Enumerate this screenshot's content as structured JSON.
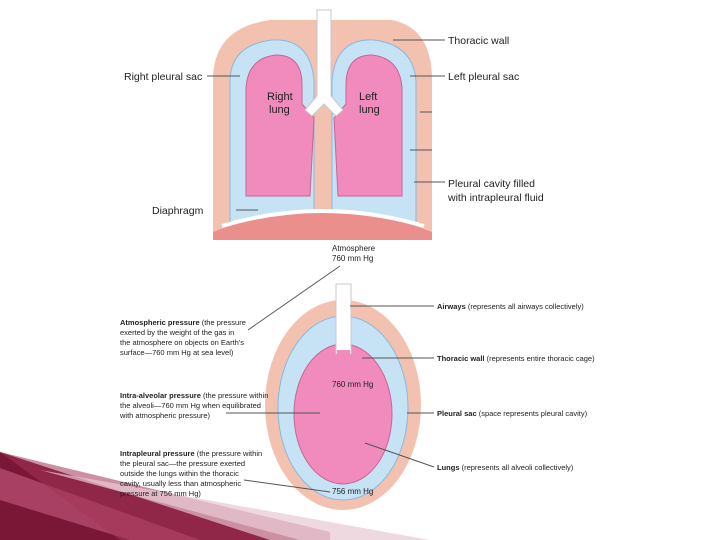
{
  "top_figure": {
    "right_pleural_sac": "Right pleural sac",
    "right_lung_line1": "Right",
    "right_lung_line2": "lung",
    "left_lung_line1": "Left",
    "left_lung_line2": "lung",
    "thoracic_wall": "Thoracic wall",
    "left_pleural_sac": "Left pleural sac",
    "pleural_cavity_line1": "Pleural cavity filled",
    "pleural_cavity_line2": "with intrapleural fluid",
    "diaphragm": "Diaphragm"
  },
  "bottom_figure": {
    "atmosphere_line1": "Atmosphere",
    "atmosphere_line2": "760 mm Hg",
    "alveolar_value": "760 mm Hg",
    "intrapleural_value": "756 mm Hg",
    "atmospheric_pressure": {
      "term": "Atmospheric pressure",
      "line1_rest": " (the pressure",
      "line2": "exerted by the weight of the gas in",
      "line3": "the atmosphere on objects on Earth's",
      "line4": "surface—760 mm Hg at sea level)"
    },
    "intra_alveolar_pressure": {
      "term": "Intra-alveolar pressure",
      "line1_rest": " (the pressure within",
      "line2": "the alveoli—760 mm Hg when equilibrated",
      "line3": "with atmospheric pressure)"
    },
    "intrapleural_pressure": {
      "term": "Intrapleural pressure",
      "line1_rest": " (the pressure within",
      "line2": "the pleural sac—the pressure exerted",
      "line3": "outside the lungs within the thoracic",
      "line4": "cavity, usually less than atmospheric",
      "line5": "pressure at 756 mm Hg)"
    },
    "airways": {
      "term": "Airways",
      "rest": " (represents all airways collectively)"
    },
    "thoracic_wall": {
      "term": "Thoracic wall",
      "rest": " (represents entire thoracic cage)"
    },
    "pleural_sac": {
      "term": "Pleural sac",
      "rest": " (space represents pleural cavity)"
    },
    "lungs": {
      "term": "Lungs",
      "rest": " (represents all alveoli collectively)"
    }
  },
  "colors": {
    "lung_pink": "#f18bbd",
    "pleural_blue": "#c6e2f5",
    "wall_salmon": "#f3c1b0",
    "diaphragm_red": "#ea8f8b",
    "corner_maroon": "#8b1a3e"
  }
}
